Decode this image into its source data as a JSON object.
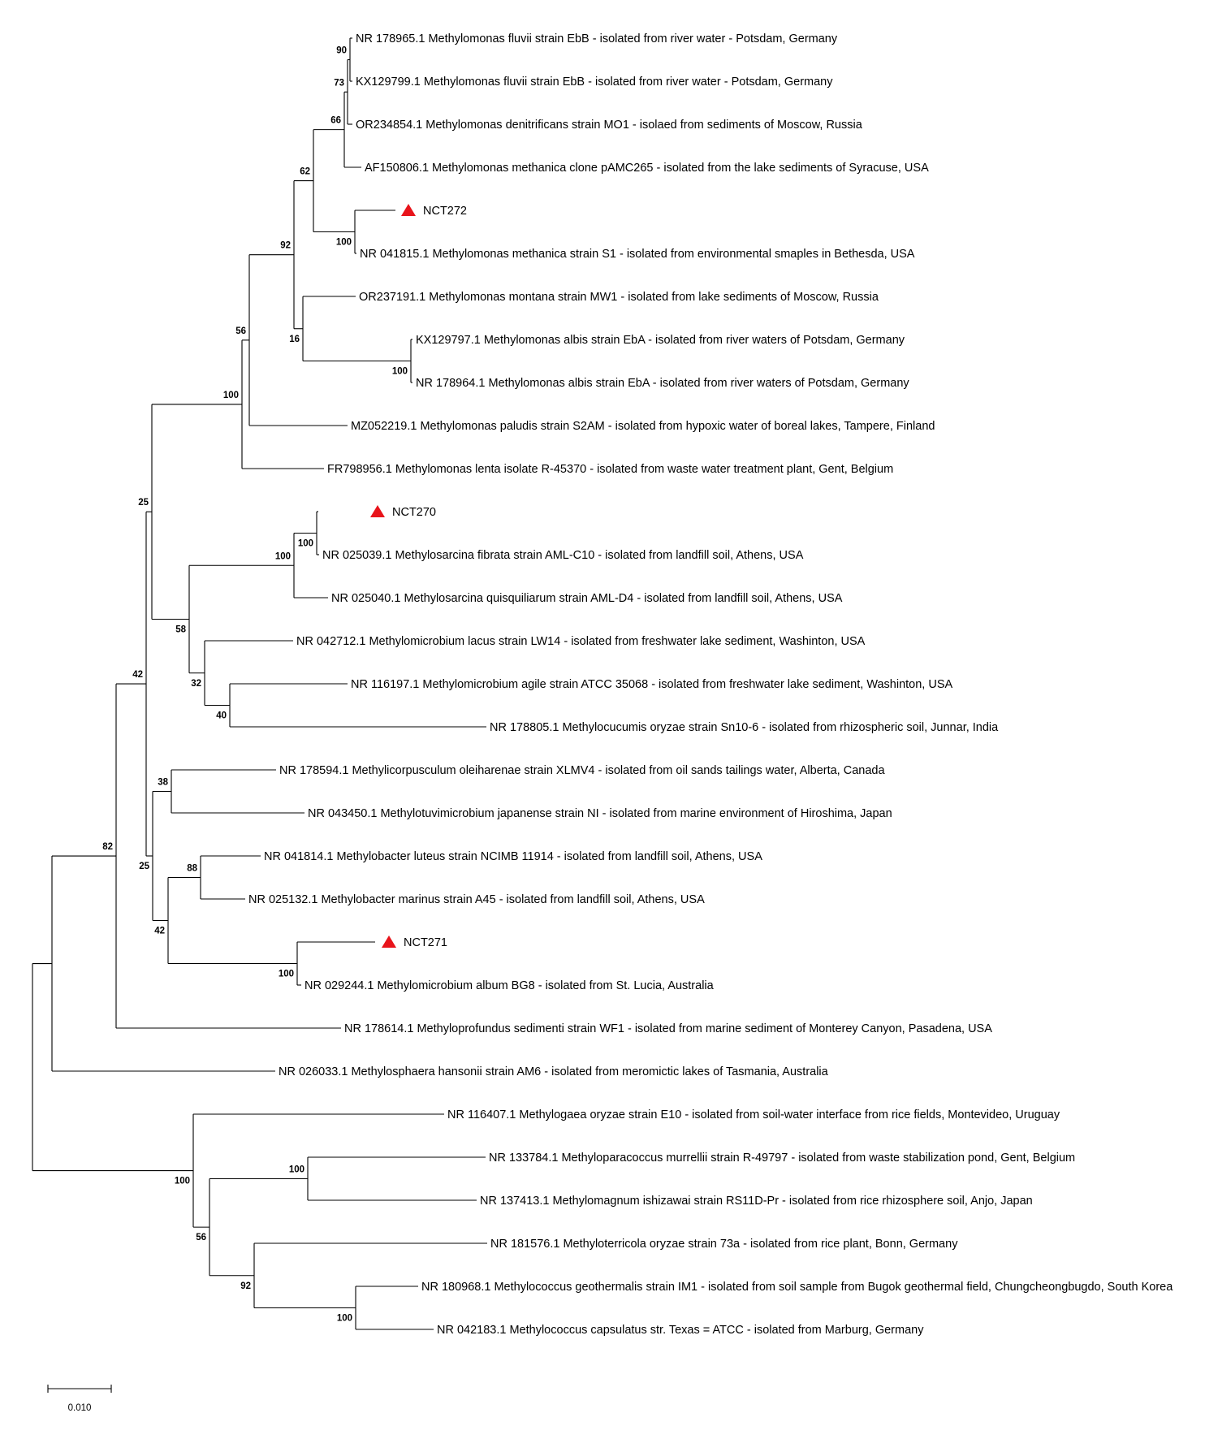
{
  "marker_color": "#e8141b",
  "leaves": [
    "NR 178965.1 Methylomonas fluvii strain EbB - isolated from river water - Potsdam, Germany",
    "KX129799.1 Methylomonas fluvii strain EbB - isolated from river water - Potsdam, Germany",
    "OR234854.1 Methylomonas denitrificans strain MO1 - isolaed from sediments of Moscow, Russia",
    "AF150806.1 Methylomonas methanica clone pAMC265 - isolated from the lake sediments of Syracuse, USA",
    "NCT272",
    "NR 041815.1  Methylomonas methanica strain S1 - isolated from environmental smaples in Bethesda, USA",
    "OR237191.1 Methylomonas montana strain MW1 - isolated from lake sediments of Moscow, Russia",
    "KX129797.1 Methylomonas albis strain EbA - isolated from river waters of Potsdam, Germany",
    "NR 178964.1 Methylomonas albis strain EbA - isolated from river waters of Potsdam, Germany",
    "MZ052219.1 Methylomonas paludis strain S2AM - isolated from hypoxic water of boreal lakes, Tampere, Finland",
    "FR798956.1 Methylomonas lenta isolate R-45370 - isolated from waste water treatment plant, Gent, Belgium",
    "NCT270",
    "NR 025039.1 Methylosarcina fibrata strain AML-C10 - isolated from landfill soil, Athens, USA",
    "NR 025040.1 Methylosarcina quisquiliarum strain AML-D4 - isolated from landfill soil, Athens, USA",
    "NR 042712.1 Methylomicrobium lacus strain LW14  - isolated from freshwater lake sediment, Washinton, USA",
    "NR 116197.1 Methylomicrobium agile strain ATCC 35068 -  isolated from freshwater lake sediment, Washinton, USA",
    "NR 178805.1 Methylocucumis oryzae strain Sn10-6 - isolated from rhizospheric soil, Junnar, India",
    "NR 178594.1 Methylicorpusculum oleiharenae strain XLMV4 - isolated from oil sands tailings water, Alberta, Canada",
    "NR 043450.1 Methylotuvimicrobium japanense strain NI - isolated from marine environment of Hiroshima, Japan",
    "NR 041814.1 Methylobacter luteus strain NCIMB 11914 - isolated from landfill soil, Athens, USA",
    "NR 025132.1 Methylobacter marinus strain A45 -  isolated from landfill soil, Athens, USA",
    "NCT271",
    "NR 029244.1 Methylomicrobium album BG8 - isolated from St. Lucia, Australia",
    "NR 178614.1 Methyloprofundus sedimenti strain WF1 - isolated from marine sediment of Monterey Canyon, Pasadena, USA",
    "NR 026033.1 Methylosphaera hansonii strain AM6 - isolated from meromictic lakes of Tasmania, Australia",
    "NR 116407.1 Methylogaea oryzae strain E10 - isolated from soil-water interface from rice fields, Montevideo, Uruguay",
    "NR 133784.1 Methyloparacoccus murrellii strain R-49797 - isolated from waste stabilization pond, Gent, Belgium",
    "NR 137413.1 Methylomagnum ishizawai strain RS11D-Pr - isolated from rice rhizosphere soil, Anjo, Japan",
    "NR 181576.1 Methyloterricola oryzae strain 73a - isolated from rice plant, Bonn, Germany",
    "NR 180968.1 Methylococcus geothermalis strain IM1 - isolated from soil sample from Bugok geothermal field, Chungcheongbugdo, South Korea",
    "NR 042183.1 Methylococcus capsulatus str. Texas = ATCC - isolated from Marburg, Germany"
  ],
  "highlighted_isolates": [
    "NCT272",
    "NCT270",
    "NCT271"
  ],
  "bootstrap_values": [
    "90",
    "73",
    "66",
    "62",
    "100",
    "92",
    "16",
    "100",
    "56",
    "100",
    "25",
    "100",
    "100",
    "58",
    "32",
    "40",
    "42",
    "38",
    "88",
    "25",
    "42",
    "100",
    "82",
    "100",
    "100",
    "56",
    "92",
    "100"
  ],
  "scale_bar_label": "0.010"
}
